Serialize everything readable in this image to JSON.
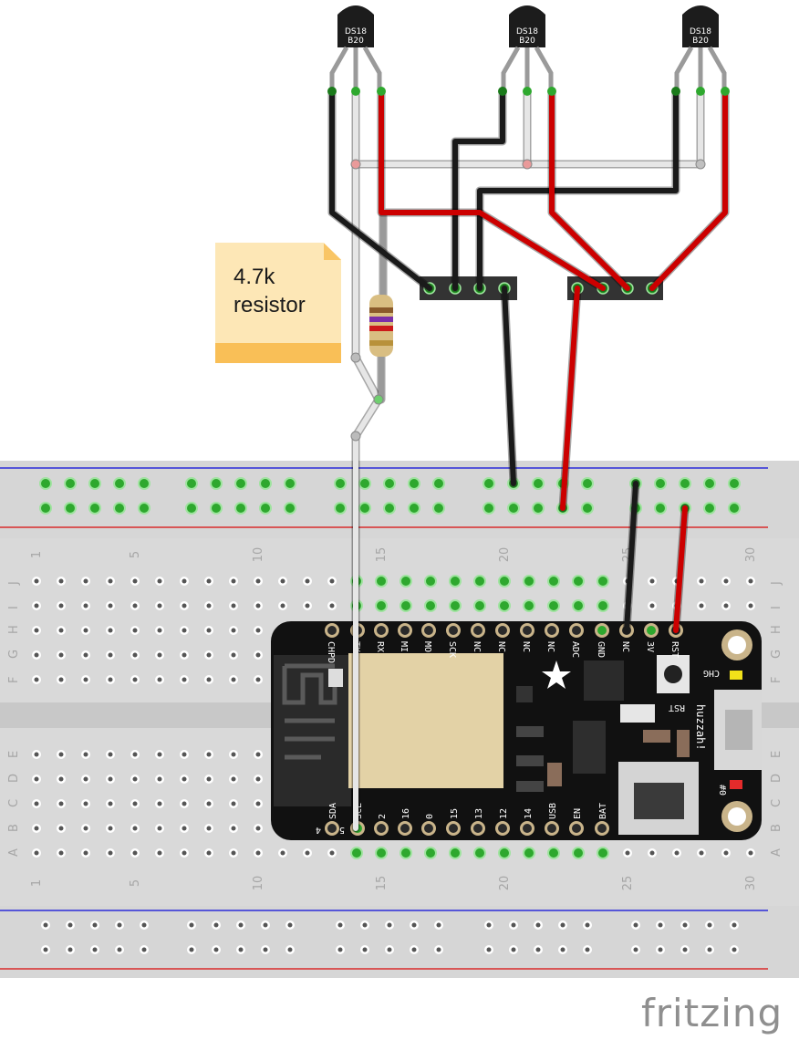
{
  "sensors": [
    {
      "label_line1": "DS18",
      "label_line2": "B20"
    },
    {
      "label_line1": "DS18",
      "label_line2": "B20"
    },
    {
      "label_line1": "DS18",
      "label_line2": "B20"
    }
  ],
  "note": {
    "text": "4.7k\nresistor"
  },
  "breadboard": {
    "column_numbers": [
      "1",
      "5",
      "10",
      "15",
      "20",
      "25",
      "30"
    ],
    "row_letters_top": [
      "J",
      "I",
      "H",
      "G",
      "F"
    ],
    "row_letters_bottom": [
      "E",
      "D",
      "C",
      "B",
      "A"
    ]
  },
  "board": {
    "top_pins": [
      "CHPD",
      "TX",
      "RX",
      "MI",
      "MO",
      "SCK",
      "NC",
      "NC",
      "NC",
      "NC",
      "ADC",
      "GND",
      "NC",
      "3V",
      "RST"
    ],
    "bottom_pins": [
      "SDA",
      "SCL",
      "2",
      "16",
      "0",
      "15",
      "13",
      "12",
      "14",
      "USB",
      "EN",
      "BAT"
    ],
    "bottom_numbers": [
      "4",
      "5"
    ],
    "name": "huzzah!",
    "led_labels": [
      "CHG",
      "#0"
    ],
    "button_label": "RST"
  },
  "logo": {
    "text": "fritzing"
  },
  "colors": {
    "wire_black": "#1a1a1a",
    "wire_red": "#cc0000",
    "wire_white": "#e6e6e6",
    "breadboard": "#d9d9d9",
    "pcb": "#111111",
    "note_fill": "#fde7b6",
    "note_band": "#f9bf57"
  }
}
